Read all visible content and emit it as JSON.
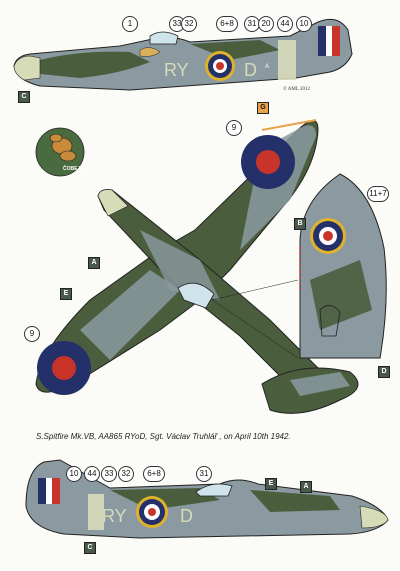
{
  "caption": "S.Spitfire Mk.VB, AA865 RYoD, Sgt. Václav Truhlář , on  April 10th 1942.",
  "copyright": "© AML 2012",
  "mascot_text": "ČOBEJS",
  "top_profile": {
    "code_left": "RY",
    "code_right": "D",
    "small_letter": "A",
    "callouts": [
      "1",
      "33",
      "32",
      "6+8",
      "31",
      "20",
      "44",
      "10"
    ],
    "letter_markers": [
      "C"
    ]
  },
  "planform": {
    "callouts": [
      "9",
      "9"
    ],
    "letter_markers": [
      "G",
      "A",
      "E"
    ]
  },
  "fin_detail": {
    "callouts": [
      "11+7"
    ],
    "letter_markers": [
      "B",
      "D"
    ]
  },
  "bottom_profile": {
    "code_left": "RY",
    "code_right": "D",
    "callouts": [
      "10",
      "44",
      "33",
      "32",
      "6+8",
      "31"
    ],
    "letter_markers": [
      "C",
      "E",
      "A"
    ]
  },
  "colors": {
    "ocean_grey": "#8a9aa0",
    "dark_green": "#4a5e3e",
    "sky": "#d6dcb8",
    "roundel_blue": "#24306a",
    "roundel_red": "#c8342a",
    "roundel_yellow": "#e0b22c"
  }
}
